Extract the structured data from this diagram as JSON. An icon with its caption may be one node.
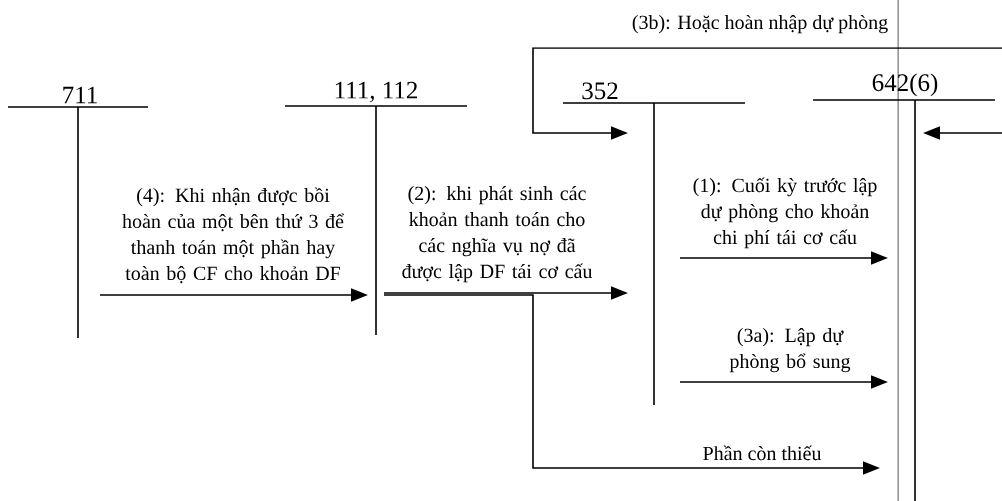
{
  "diagram": {
    "nodes": [
      {
        "text": [
          "711"
        ]
      },
      {
        "text": [
          "111, 112"
        ]
      },
      {
        "text": [
          "352"
        ]
      },
      {
        "text": [
          "642(6)"
        ]
      }
    ],
    "edges": [
      {
        "from": 0,
        "to": 1,
        "arrow": "to",
        "label": "(4): Khi nhận được bồi hoàn của một bên thứ 3 để thanh toán một phần hay toàn bộ CF cho khoản DF"
      },
      {
        "from": 1,
        "to": 2,
        "arrow": "to",
        "label": "(2): khi phát sinh các khoản thanh toán cho các nghĩa vụ nợ đã được lập DF tái cơ cấu"
      },
      {
        "from": 2,
        "to": 3,
        "arrow": "to",
        "label": "(1): Cuối kỳ trước lập dự phòng cho khoản chi phí tái cơ cấu"
      },
      {
        "from": 2,
        "to": 3,
        "arrow": "to",
        "label": "(3a): Lập dự phòng bổ sung"
      },
      {
        "from": 1,
        "to": 3,
        "arrow": "to",
        "label": "Phần còn thiếu"
      },
      {
        "from": null,
        "to": 2,
        "arrow": "to",
        "label": "(3b): Hoặc hoàn nhập dự phòng"
      },
      {
        "from": null,
        "to": 3,
        "arrow": "to"
      }
    ]
  }
}
